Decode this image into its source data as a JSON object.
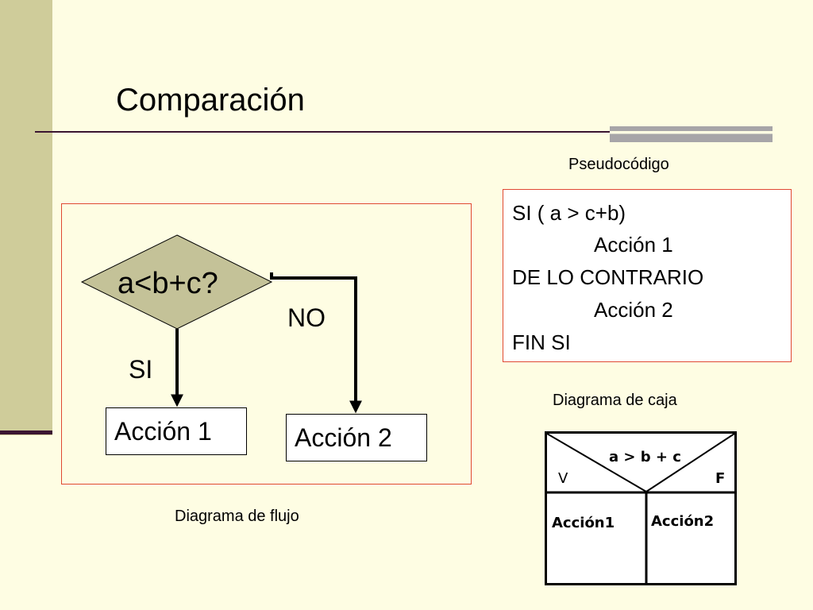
{
  "slide": {
    "title": "Comparación"
  },
  "pseudocode": {
    "caption": "Pseudocódigo",
    "lines": [
      "SI ( a > c+b)",
      "Acción 1",
      "DE LO CONTRARIO",
      "Acción 2",
      "FIN SI"
    ]
  },
  "flowchart": {
    "caption": "Diagrama de flujo",
    "condition": "a<b+c?",
    "yes_label": "SI",
    "no_label": "NO",
    "action1": "Acción 1",
    "action2": "Acción 2"
  },
  "box_diagram": {
    "caption": "Diagrama de caja",
    "condition": "a > b + c",
    "true_label": "V",
    "false_label": "F",
    "action1": "Acción1",
    "action2": "Acción2"
  },
  "colors": {
    "background": "#FEFDE3",
    "sidebar": "#CFCC9A",
    "rule": "#3B1531",
    "frame": "#E04933",
    "diamond": "#C4C298"
  }
}
